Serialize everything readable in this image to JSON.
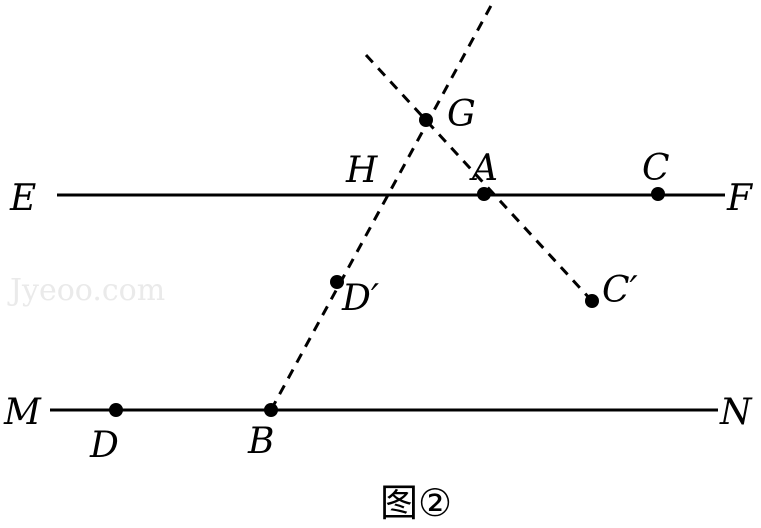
{
  "figure": {
    "caption": "图②",
    "watermark": "Jyeoo.com",
    "labels": {
      "E": "E",
      "F": "F",
      "M": "M",
      "N": "N",
      "A": "A",
      "B": "B",
      "C": "C",
      "D": "D",
      "G": "G",
      "H": "H",
      "C_prime": "C′",
      "D_prime": "D′"
    }
  }
}
